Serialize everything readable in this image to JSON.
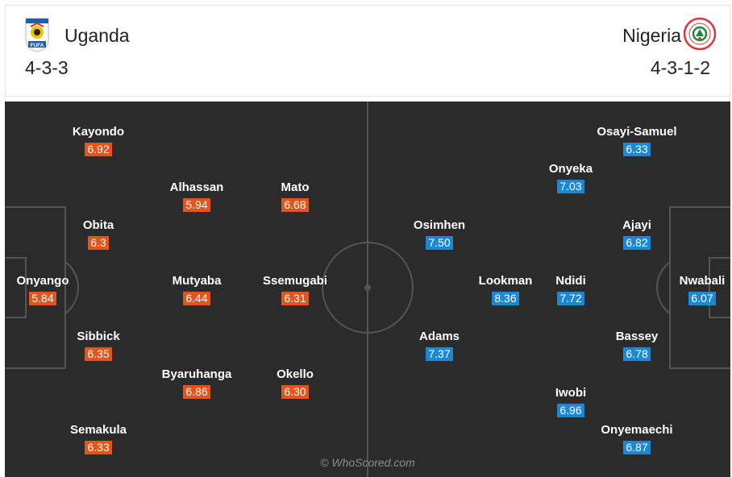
{
  "colors": {
    "home_rating": "#e4541b",
    "away_rating": "#1a88d6",
    "pitch": "#2b2b2b"
  },
  "home": {
    "name": "Uganda",
    "formation": "4-3-3",
    "badge_text": "FUFA",
    "badge_icon": "fufa-crest-icon",
    "players": [
      {
        "name": "Onyango",
        "rating": "5.84"
      },
      {
        "name": "Kayondo",
        "rating": "6.92"
      },
      {
        "name": "Obita",
        "rating": "6.3"
      },
      {
        "name": "Sibbick",
        "rating": "6.35"
      },
      {
        "name": "Semakula",
        "rating": "6.33"
      },
      {
        "name": "Alhassan",
        "rating": "5.94"
      },
      {
        "name": "Mutyaba",
        "rating": "6.44"
      },
      {
        "name": "Byaruhanga",
        "rating": "6.86"
      },
      {
        "name": "Mato",
        "rating": "6.68"
      },
      {
        "name": "Ssemugabi",
        "rating": "6.31"
      },
      {
        "name": "Okello",
        "rating": "6.30"
      }
    ]
  },
  "away": {
    "name": "Nigeria",
    "formation": "4-3-1-2",
    "badge_icon": "nff-crest-icon",
    "players": [
      {
        "name": "Nwabali",
        "rating": "6.07"
      },
      {
        "name": "Osayi-Samuel",
        "rating": "6.33"
      },
      {
        "name": "Ajayi",
        "rating": "6.82"
      },
      {
        "name": "Bassey",
        "rating": "6.78"
      },
      {
        "name": "Onyemaechi",
        "rating": "6.87"
      },
      {
        "name": "Onyeka",
        "rating": "7.03"
      },
      {
        "name": "Ndidi",
        "rating": "7.72"
      },
      {
        "name": "Iwobi",
        "rating": "6.96"
      },
      {
        "name": "Lookman",
        "rating": "8.36"
      },
      {
        "name": "Osimhen",
        "rating": "7.50"
      },
      {
        "name": "Adams",
        "rating": "7.37"
      }
    ]
  },
  "watermark": "© WhoScored.com"
}
